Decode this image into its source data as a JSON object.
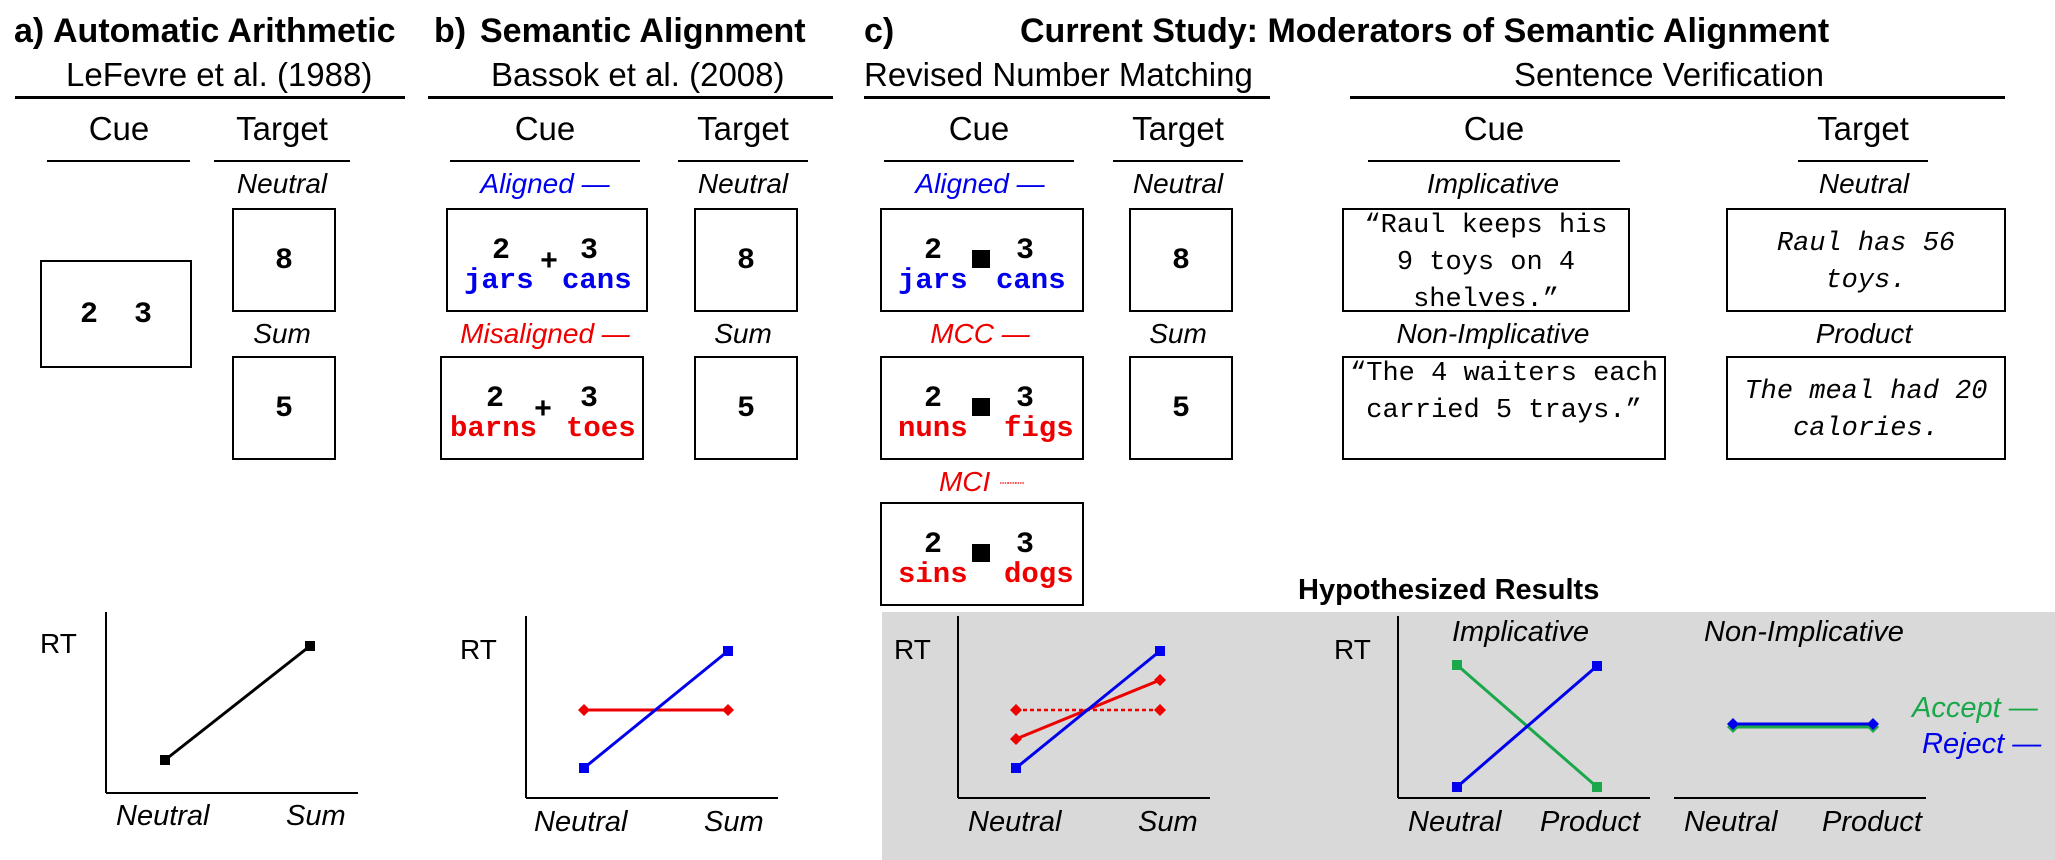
{
  "panel_a": {
    "letter": "a)",
    "title": "Automatic Arithmetic",
    "citation": "LeFevre et al. (1988)",
    "cue_header": "Cue",
    "target_header": "Target",
    "cue_text": "2  3",
    "targets": [
      {
        "condition": "Neutral",
        "value": "8"
      },
      {
        "condition": "Sum",
        "value": "5"
      }
    ],
    "plot": {
      "ylabel": "RT",
      "x": [
        "Neutral",
        "Sum"
      ]
    }
  },
  "panel_b": {
    "letter": "b)",
    "title": "Semantic Alignment",
    "citation": "Bassok et al. (2008)",
    "cue_header": "Cue",
    "target_header": "Target",
    "cues": [
      {
        "condition": "Aligned",
        "left_num": "2",
        "right_num": "3",
        "operator": "+",
        "left_word": "jars",
        "right_word": "cans"
      },
      {
        "condition": "Misaligned",
        "left_num": "2",
        "right_num": "3",
        "operator": "+",
        "left_word": "barns",
        "right_word": "toes"
      }
    ],
    "targets": [
      {
        "condition": "Neutral",
        "value": "8"
      },
      {
        "condition": "Sum",
        "value": "5"
      }
    ],
    "plot": {
      "ylabel": "RT",
      "x": [
        "Neutral",
        "Sum"
      ]
    }
  },
  "panel_c": {
    "letter": "c)",
    "title": "Current Study: Moderators of Semantic Alignment",
    "rnm": {
      "title": "Revised Number Matching",
      "cue_header": "Cue",
      "target_header": "Target",
      "cues": [
        {
          "condition": "Aligned",
          "left_num": "2",
          "right_num": "3",
          "left_word": "jars",
          "right_word": "cans"
        },
        {
          "condition": "MCC",
          "left_num": "2",
          "right_num": "3",
          "left_word": "nuns",
          "right_word": "figs"
        },
        {
          "condition": "MCI",
          "left_num": "2",
          "right_num": "3",
          "left_word": "sins",
          "right_word": "dogs"
        }
      ],
      "targets": [
        {
          "condition": "Neutral",
          "value": "8"
        },
        {
          "condition": "Sum",
          "value": "5"
        }
      ]
    },
    "sv": {
      "title": "Sentence Verification",
      "cue_header": "Cue",
      "target_header": "Target",
      "cues": [
        {
          "condition": "Implicative",
          "text": "“Raul keeps his 9 toys on 4 shelves.”"
        },
        {
          "condition": "Non-Implicative",
          "text": "“The 4 waiters each carried 5 trays.”"
        }
      ],
      "targets": [
        {
          "condition": "Neutral",
          "text": "Raul has 56 toys."
        },
        {
          "condition": "Product",
          "text": "The meal had 20 calories."
        }
      ]
    },
    "results": {
      "title": "Hypothesized Results",
      "ylabel": "RT",
      "rnm_x": [
        "Neutral",
        "Sum"
      ],
      "sv_implicative_label": "Implicative",
      "sv_nonimplicative_label": "Non-Implicative",
      "sv_x": [
        "Neutral",
        "Product"
      ],
      "legend": [
        {
          "label": "Accept",
          "color": "#1aa84a"
        },
        {
          "label": "Reject",
          "color": "#0000ee"
        }
      ]
    }
  },
  "colors": {
    "aligned": "#0000ee",
    "misaligned": "#ee0000",
    "accept": "#1aa84a",
    "results_bg": "#d9d9d9"
  },
  "chart_data": [
    {
      "type": "line",
      "panel": "a",
      "ylabel": "RT",
      "categories": [
        "Neutral",
        "Sum"
      ],
      "series": [
        {
          "values": [
            1,
            3
          ]
        }
      ]
    },
    {
      "type": "line",
      "panel": "b",
      "ylabel": "RT",
      "categories": [
        "Neutral",
        "Sum"
      ],
      "series": [
        {
          "name": "Aligned",
          "values": [
            1,
            3
          ]
        },
        {
          "name": "Misaligned",
          "values": [
            2,
            2
          ]
        }
      ]
    },
    {
      "type": "line",
      "panel": "c-number-matching",
      "ylabel": "RT",
      "categories": [
        "Neutral",
        "Sum"
      ],
      "series": [
        {
          "name": "Aligned",
          "values": [
            1,
            3
          ]
        },
        {
          "name": "MCC",
          "values": [
            1.5,
            2.5
          ]
        },
        {
          "name": "MCI",
          "values": [
            2,
            2
          ]
        }
      ]
    },
    {
      "type": "line",
      "panel": "c-implicative",
      "ylabel": "RT",
      "categories": [
        "Neutral",
        "Product"
      ],
      "series": [
        {
          "name": "Accept",
          "values": [
            3,
            1
          ]
        },
        {
          "name": "Reject",
          "values": [
            1,
            3
          ]
        }
      ]
    },
    {
      "type": "line",
      "panel": "c-non-implicative",
      "categories": [
        "Neutral",
        "Product"
      ],
      "series": [
        {
          "name": "Accept",
          "values": [
            2,
            2
          ]
        },
        {
          "name": "Reject",
          "values": [
            2,
            2
          ]
        }
      ]
    }
  ]
}
